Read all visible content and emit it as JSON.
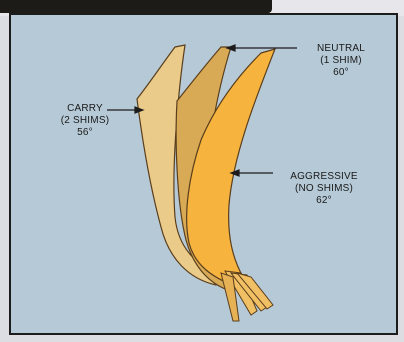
{
  "labels": {
    "carry": {
      "line1": "CARRY",
      "line2": "(2 SHIMS)",
      "line3": "56°"
    },
    "neutral": {
      "line1": "NEUTRAL",
      "line2": "(1 SHIM)",
      "line3": "60°"
    },
    "aggressive": {
      "line1": "AGGRESSIVE",
      "line2": "(NO SHIMS)",
      "line3": "62°"
    }
  },
  "colors": {
    "panel_background": "#b6c9d6",
    "carry_blade": "#eacb8a",
    "neutral_blade": "#d9aa55",
    "aggressive_blade": "#f6b33e",
    "outline": "#5a3e1c"
  }
}
